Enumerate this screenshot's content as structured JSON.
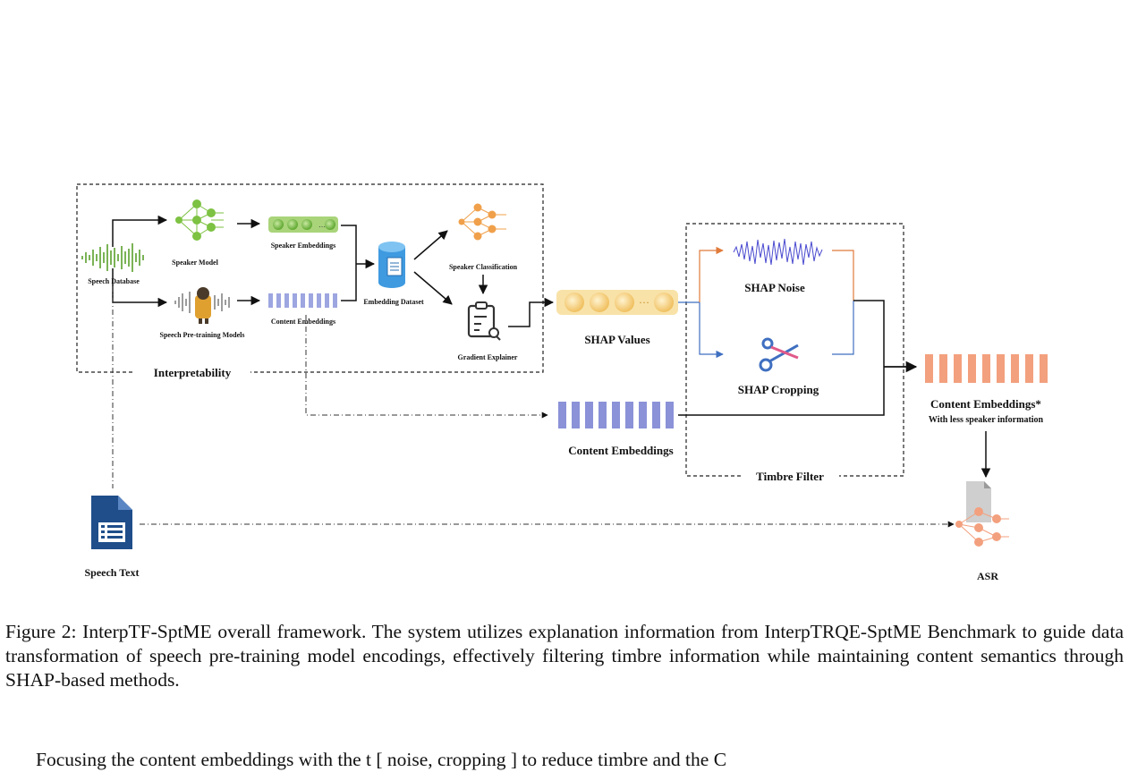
{
  "figure": {
    "labels": {
      "speech_database": "Speech Database",
      "speaker_model": "Speaker Model",
      "speaker_embeddings": "Speaker Embeddings",
      "speech_pretraining_models": "Speech Pre-training Models",
      "content_embeddings_small": "Content Embeddings",
      "embedding_dataset": "Embedding Dataset",
      "speaker_classification": "Speaker Classification",
      "gradient_explainer": "Gradient Explainer",
      "interpretability": "Interpretability",
      "shap_values": "SHAP Values",
      "shap_noise": "SHAP Noise",
      "shap_cropping": "SHAP Cropping",
      "timbre_filter": "Timbre Filter",
      "content_embeddings": "Content Embeddings",
      "content_embeddings_star": "Content Embeddings*",
      "less_speaker_info": "With less speaker information",
      "speech_text": "Speech Text",
      "asr": "ASR"
    },
    "colors": {
      "green": "#7dc242",
      "orange": "#f0a04a",
      "purple": "#8b92d8",
      "blue": "#3f7ed8",
      "salmon": "#f3a07e",
      "shap_yellow": "#f5d68a",
      "navy": "#1f4e8a"
    },
    "icons": [
      "waveform-icon",
      "neural-network-icon",
      "database-icon",
      "clipboard-icon",
      "scissors-icon",
      "document-icon"
    ]
  },
  "caption": "Figure 2: InterpTF-SptME overall framework. The system utilizes explanation information from InterpTRQE-SptME Benchmark to guide data transformation of speech pre-training model encodings, effectively filtering timbre information while maintaining content semantics through SHAP-based methods.",
  "body_text": "Focusing the content embeddings with the t [ noise, cropping ] to reduce timbre and the C"
}
